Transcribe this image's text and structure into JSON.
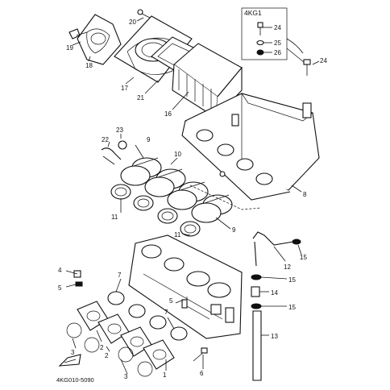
{
  "diagram": {
    "inset_title": "4KG1",
    "footer_code": "4KG010-5090",
    "callouts": {
      "c1": "1",
      "c2a": "2",
      "c2b": "2",
      "c3a": "3",
      "c3b": "3",
      "c4": "4",
      "c5a": "5",
      "c5b": "5",
      "c6": "6",
      "c7a": "7",
      "c7b": "7",
      "c8": "8",
      "c9a": "9",
      "c9b": "9",
      "c10": "10",
      "c11a": "11",
      "c11b": "11",
      "c12": "12",
      "c13": "13",
      "c14": "14",
      "c15a": "15",
      "c15b": "15",
      "c15c": "15",
      "c16": "16",
      "c17": "17",
      "c18": "18",
      "c19": "19",
      "c20": "20",
      "c21": "21",
      "c22": "22",
      "c23": "23",
      "c24a": "24",
      "c24b": "24",
      "c25": "25",
      "c26": "26"
    },
    "icons": [
      "front-arrow-icon"
    ]
  }
}
